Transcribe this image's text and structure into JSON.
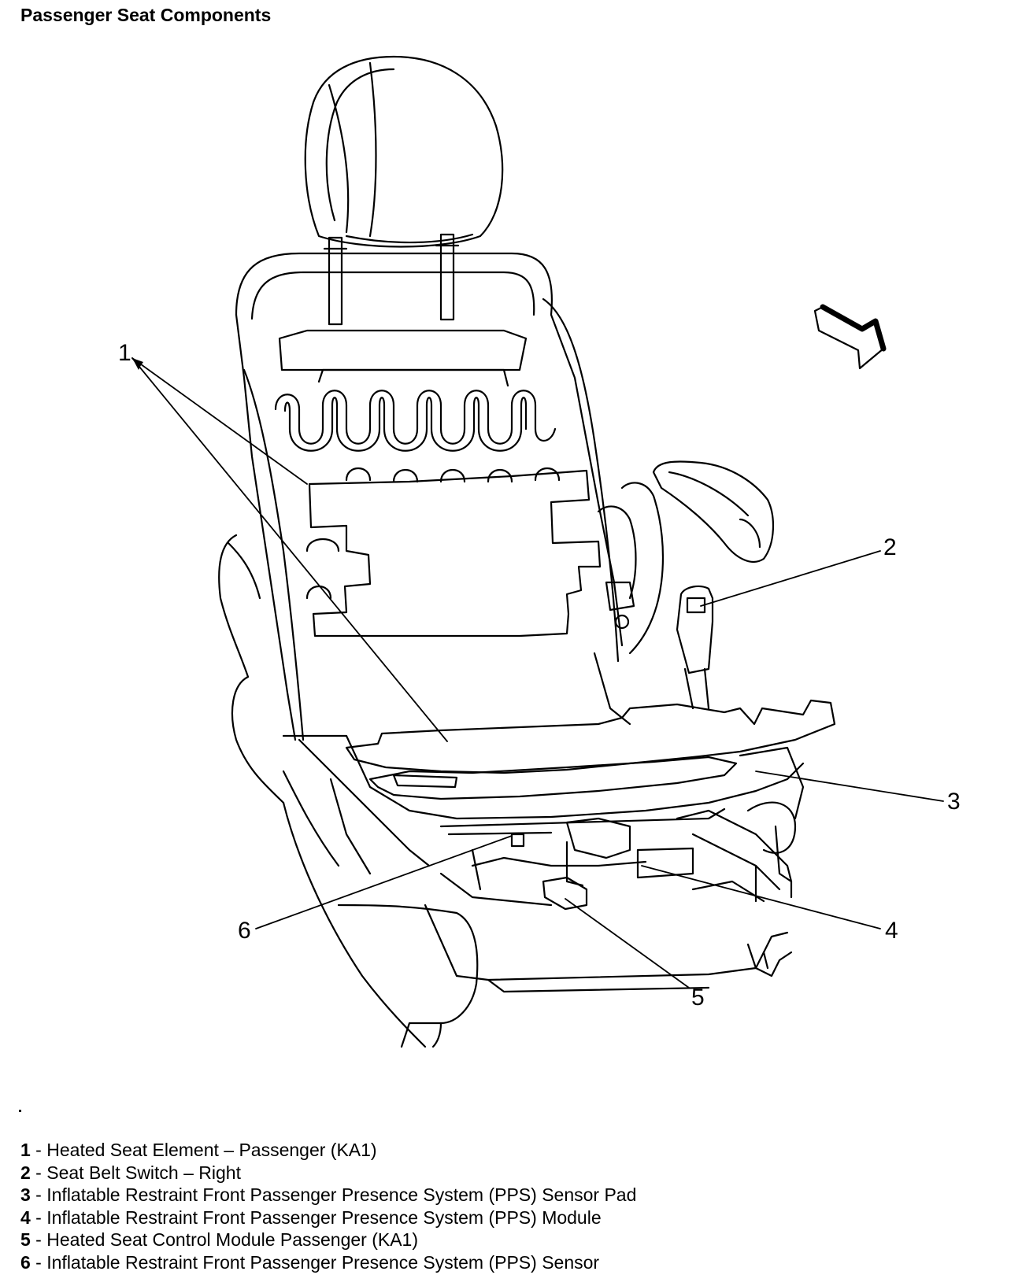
{
  "title": "Passenger Seat Components",
  "callouts": [
    {
      "num": "1"
    },
    {
      "num": "2"
    },
    {
      "num": "3"
    },
    {
      "num": "4"
    },
    {
      "num": "5"
    },
    {
      "num": "6"
    }
  ],
  "legend": [
    {
      "num": "1",
      "sep": " - ",
      "text": "Heated Seat Element – Passenger (KA1)"
    },
    {
      "num": "2",
      "sep": " - ",
      "text": "Seat Belt Switch – Right"
    },
    {
      "num": "3",
      "sep": " - ",
      "text": "Inflatable Restraint Front Passenger Presence System (PPS) Sensor Pad"
    },
    {
      "num": "4",
      "sep": " - ",
      "text": "Inflatable Restraint Front Passenger Presence System (PPS) Module"
    },
    {
      "num": "5",
      "sep": " - ",
      "text": "Heated Seat Control Module Passenger (KA1)"
    },
    {
      "num": "6",
      "sep": " - ",
      "text": "Inflatable Restraint Front Passenger Presence System (PPS) Sensor"
    }
  ]
}
